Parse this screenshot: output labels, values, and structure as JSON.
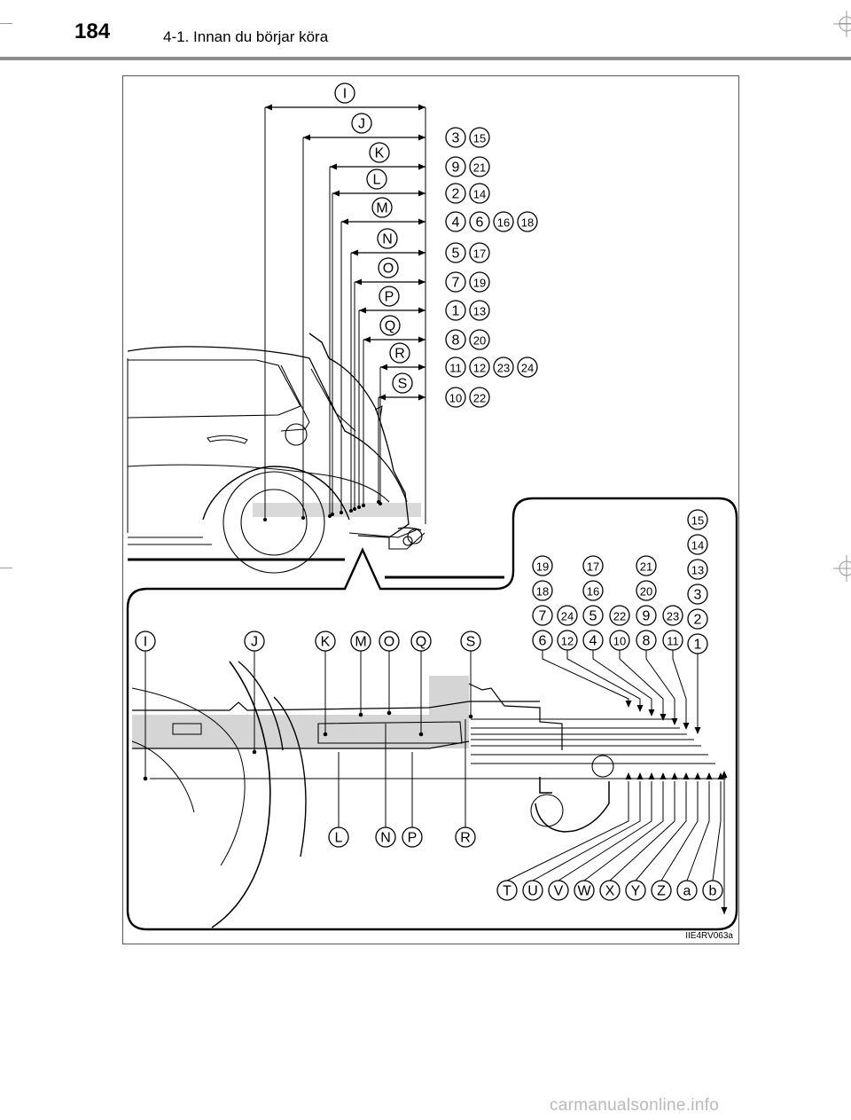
{
  "header": {
    "page_number": "184",
    "section_title": "4-1. Innan du börjar köra"
  },
  "figure": {
    "code": "IIE4RV063a",
    "top_rows": [
      {
        "letter": "I",
        "numbers": []
      },
      {
        "letter": "J",
        "numbers": [
          "3",
          "15"
        ]
      },
      {
        "letter": "K",
        "numbers": [
          "9",
          "21"
        ]
      },
      {
        "letter": "L",
        "numbers": [
          "2",
          "14"
        ]
      },
      {
        "letter": "M",
        "numbers": [
          "4",
          "6",
          "16",
          "18"
        ]
      },
      {
        "letter": "N",
        "numbers": [
          "5",
          "17"
        ]
      },
      {
        "letter": "O",
        "numbers": [
          "7",
          "19"
        ]
      },
      {
        "letter": "P",
        "numbers": [
          "1",
          "13"
        ]
      },
      {
        "letter": "Q",
        "numbers": [
          "8",
          "20"
        ]
      },
      {
        "letter": "R",
        "numbers": [
          "11",
          "12",
          "23",
          "24"
        ]
      },
      {
        "letter": "S",
        "numbers": [
          "10",
          "22"
        ]
      }
    ],
    "detail_top_letters": [
      "I",
      "J",
      "K",
      "M",
      "O",
      "Q",
      "S"
    ],
    "detail_bottom_letters": [
      "L",
      "N",
      "P",
      "R"
    ],
    "number_columns": [
      [
        "19",
        "18",
        "7",
        "6"
      ],
      [
        "24",
        "12"
      ],
      [
        "17",
        "16",
        "5",
        "4"
      ],
      [
        "22",
        "10"
      ],
      [
        "21",
        "20",
        "9",
        "8"
      ],
      [
        "23",
        "11"
      ],
      [
        "15",
        "14",
        "13",
        "3",
        "2",
        "1"
      ]
    ],
    "bottom_letters": [
      "T",
      "U",
      "V",
      "W",
      "X",
      "Y",
      "Z",
      "a",
      "b"
    ]
  },
  "footer": {
    "watermark": "carmanualsonline.info"
  }
}
